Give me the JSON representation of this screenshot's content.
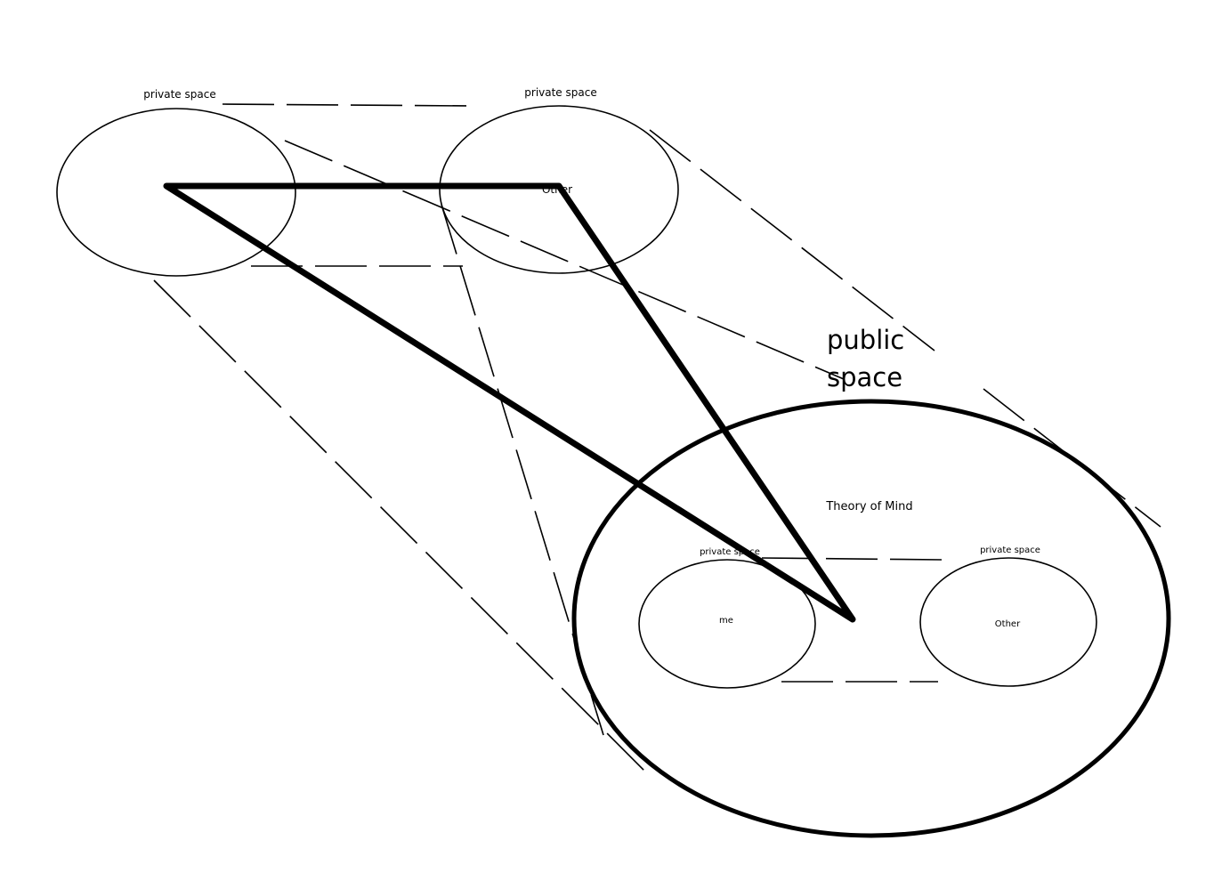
{
  "labels": {
    "left_private": "private space",
    "top_private": "private space",
    "top_other": "Other",
    "public_line1": "public",
    "public_line2": "space",
    "theory_of_mind": "Theory of Mind",
    "inner_left_private": "private space",
    "inner_right_private": "private space",
    "me": "me",
    "inner_other": "Other"
  },
  "colors": {
    "stroke": "#000000",
    "background": "#ffffff"
  }
}
